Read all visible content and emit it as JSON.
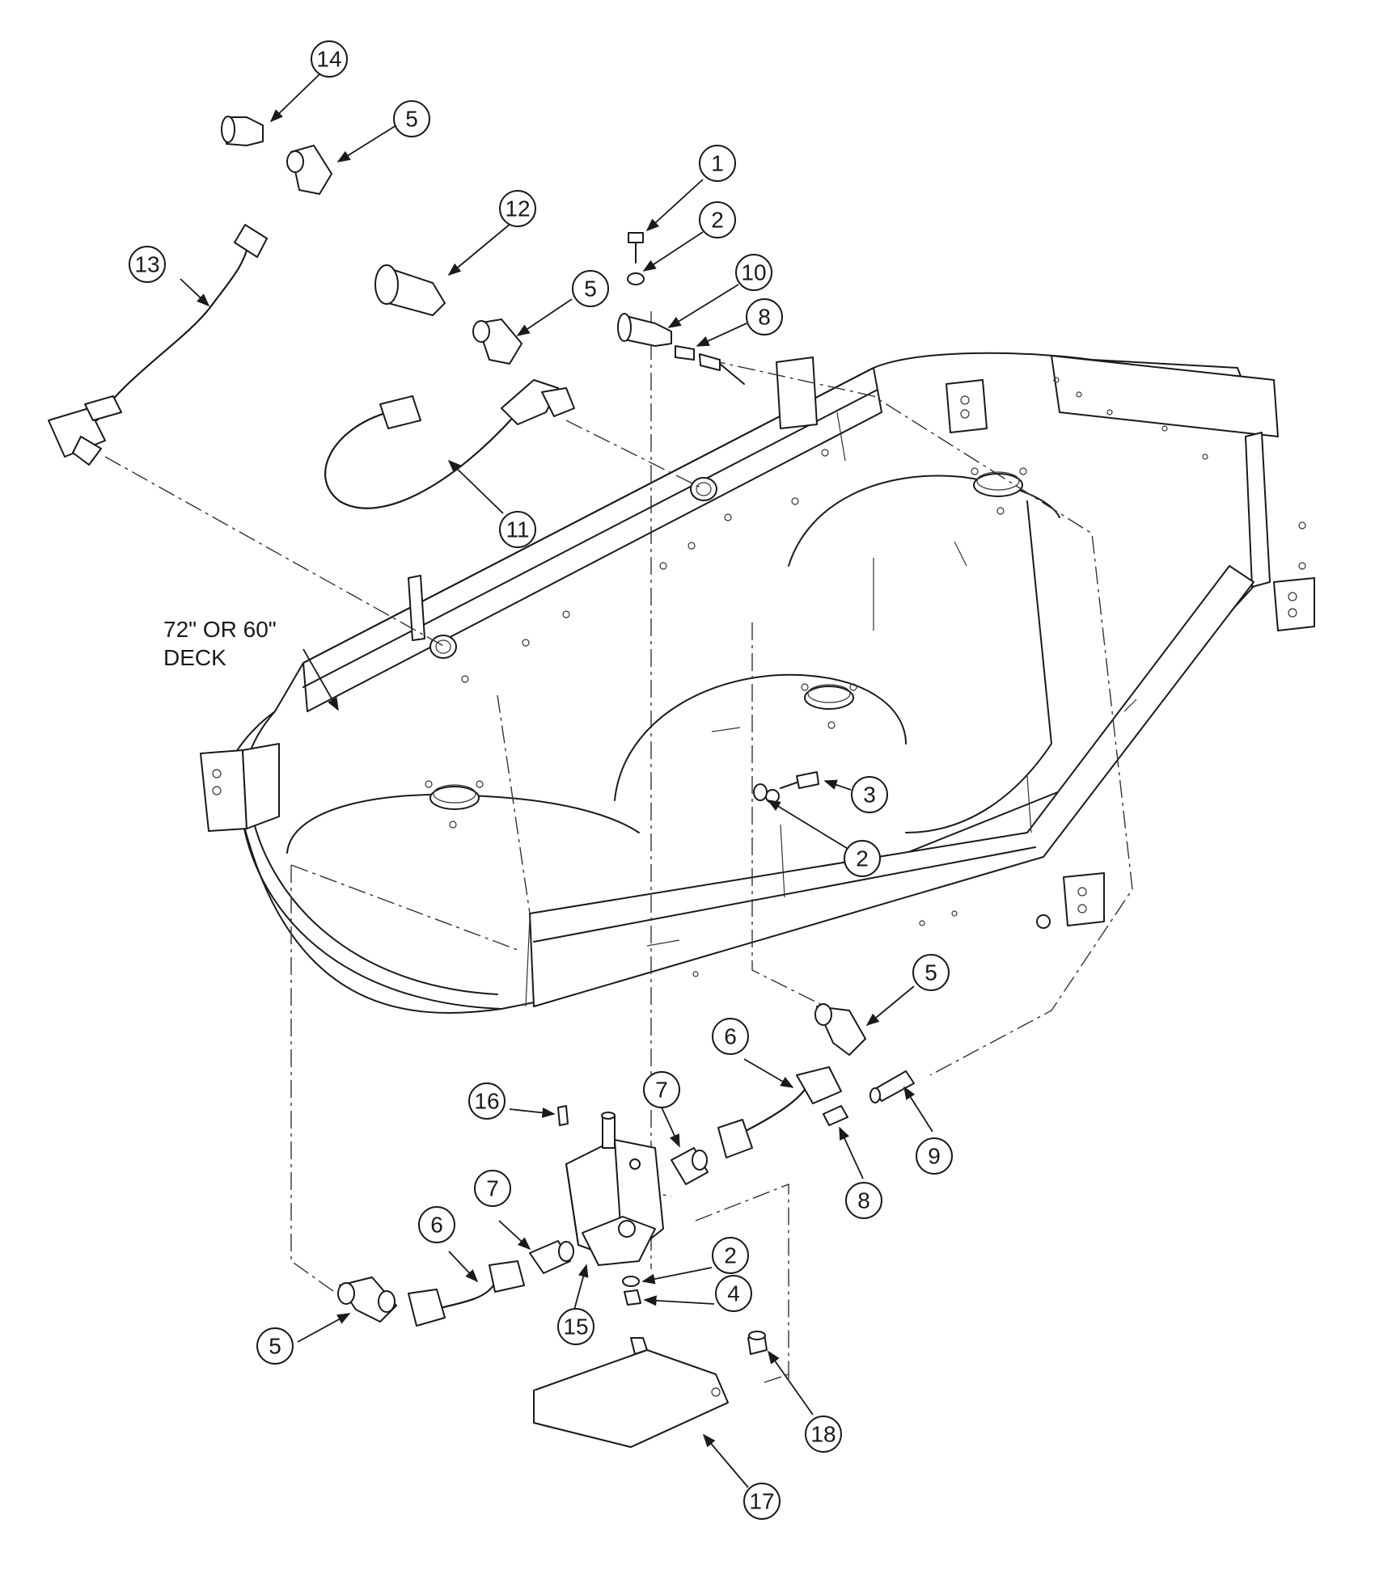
{
  "diagram": {
    "deck_label_line1": "72\" OR 60\"",
    "deck_label_line2": "DECK",
    "callouts": [
      "14",
      "5",
      "13",
      "12",
      "5",
      "1",
      "2",
      "10",
      "8",
      "11",
      "3",
      "2",
      "5",
      "6",
      "7",
      "16",
      "9",
      "8",
      "7",
      "6",
      "2",
      "4",
      "15",
      "5",
      "18",
      "17"
    ]
  },
  "colors": {
    "line": "#1a1a1a",
    "background": "#ffffff"
  }
}
